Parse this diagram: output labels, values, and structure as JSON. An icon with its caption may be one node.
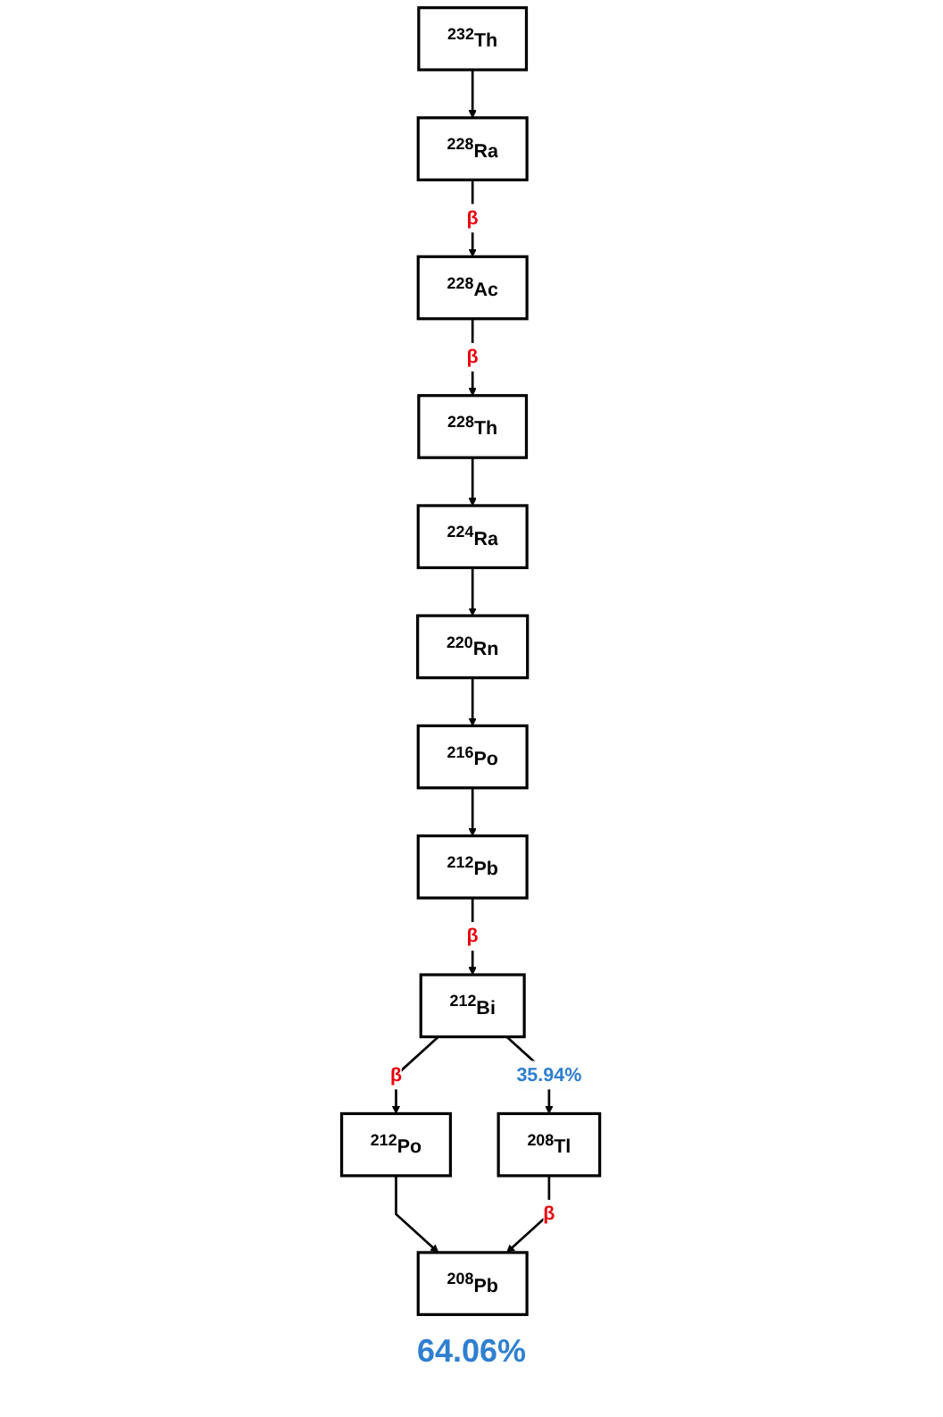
{
  "diagram": {
    "nodes": [
      {
        "text": [
          "$^{232}$Th"
        ]
      },
      {
        "text": [
          "$^{228}$Ra"
        ]
      },
      {
        "text": [
          "$^{228}$Ac"
        ]
      },
      {
        "text": [
          "$^{228}$Th"
        ]
      },
      {
        "text": [
          "$^{224}$Ra"
        ]
      },
      {
        "text": [
          "$^{220}$Rn"
        ]
      },
      {
        "text": [
          "$^{216}$Po"
        ]
      },
      {
        "text": [
          "$^{212}$Pb"
        ]
      },
      {
        "text": [
          "$^{212}$Bi"
        ]
      },
      {
        "text": [
          "$^{212}$Po"
        ]
      },
      {
        "text": [
          "$^{208}$Tl"
        ]
      },
      {
        "text": [
          "$^{208}$Pb"
        ]
      }
    ],
    "edges": [
      {
        "from": 0,
        "to": 1,
        "arrow": "to"
      },
      {
        "from": 1,
        "to": 2,
        "arrow": "to",
        "label": "β"
      },
      {
        "from": 2,
        "to": 3,
        "arrow": "to",
        "label": "β"
      },
      {
        "from": 3,
        "to": 4,
        "arrow": "to"
      },
      {
        "from": 4,
        "to": 5,
        "arrow": "to"
      },
      {
        "from": 5,
        "to": 6,
        "arrow": "to"
      },
      {
        "from": 6,
        "to": 7,
        "arrow": "to"
      },
      {
        "from": 7,
        "to": 8,
        "arrow": "to",
        "label": "β"
      },
      {
        "from": 8,
        "to": 9,
        "arrow": "to",
        "label": "β"
      },
      {
        "from": 8,
        "to": 10,
        "arrow": "to",
        "label": "35.94%"
      },
      {
        "from": 9,
        "to": 11,
        "arrow": "to"
      },
      {
        "from": 10,
        "to": 11,
        "arrow": "to",
        "label": "β"
      }
    ],
    "labels": [
      "64.06%"
    ]
  }
}
